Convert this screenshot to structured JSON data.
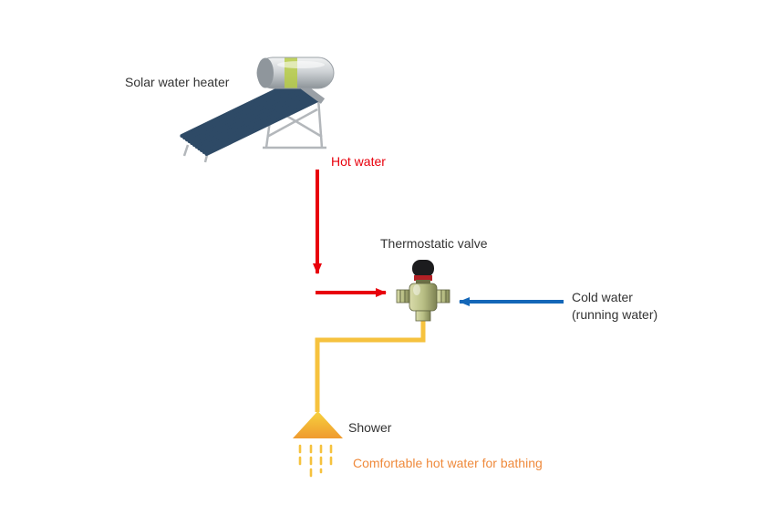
{
  "diagram": {
    "background": "#ffffff",
    "text_color": "#333333",
    "nodes": {
      "solar_water_heater": {
        "label": "Solar water heater"
      },
      "thermostatic_valve": {
        "label": "Thermostatic valve"
      },
      "shower": {
        "label": "Shower"
      }
    },
    "flows": {
      "hot_water": {
        "label": "Hot water",
        "color": "#e8000c"
      },
      "cold_water": {
        "label_line1": "Cold water",
        "label_line2": "(running water)",
        "color": "#1467b8",
        "text_color": "#333333"
      },
      "mixed_water": {
        "caption": "Comfortable hot water for bathing",
        "color": "#f6c23e",
        "caption_color": "#ef8a3c"
      }
    }
  }
}
